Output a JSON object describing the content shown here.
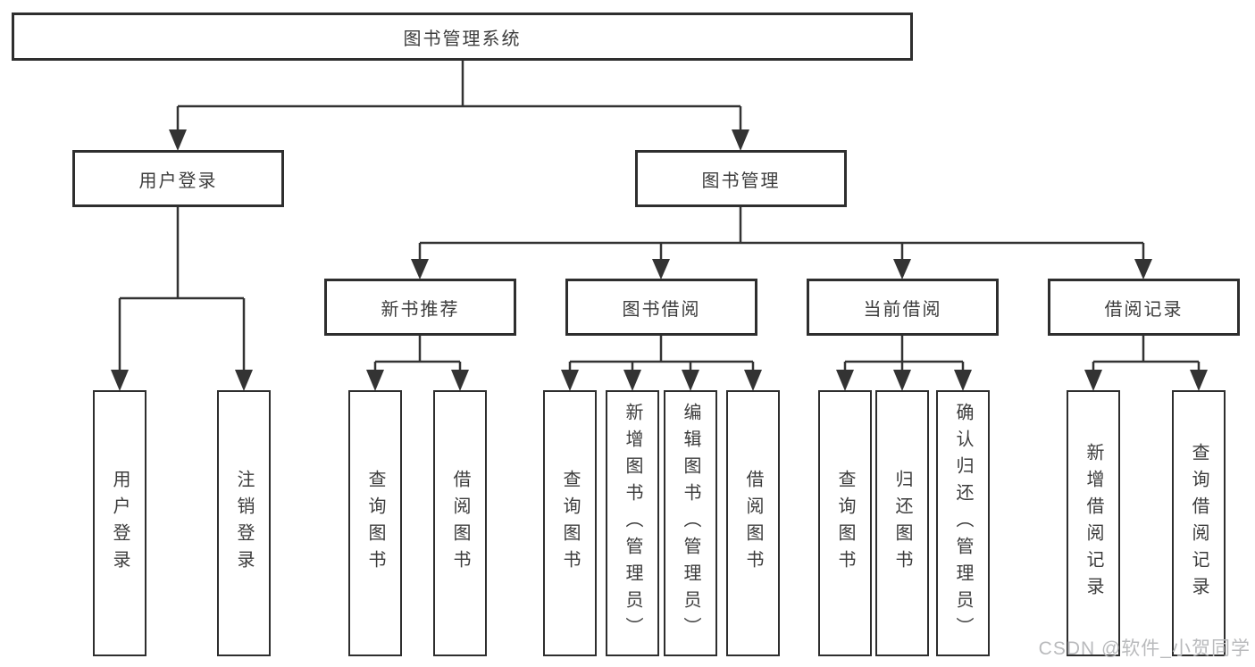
{
  "diagram_type": "hierarchy-chart",
  "colors": {
    "line": "#333333",
    "box_border": "#2e2e2e",
    "text": "#3c3c3c",
    "background": "#ffffff",
    "watermark": "#b9babc"
  },
  "tree": {
    "root": {
      "label": "图书管理系统"
    },
    "children": [
      {
        "label": "用户登录",
        "children": [
          {
            "label": "用户登录"
          },
          {
            "label": "注销登录"
          }
        ]
      },
      {
        "label": "图书管理",
        "children": [
          {
            "label": "新书推荐",
            "children": [
              {
                "label": "查询图书"
              },
              {
                "label": "借阅图书"
              }
            ]
          },
          {
            "label": "图书借阅",
            "children": [
              {
                "label": "查询图书"
              },
              {
                "label": "新增图书（管理员）"
              },
              {
                "label": "编辑图书（管理员）"
              },
              {
                "label": "借阅图书"
              }
            ]
          },
          {
            "label": "当前借阅",
            "children": [
              {
                "label": "查询图书"
              },
              {
                "label": "归还图书"
              },
              {
                "label": "确认归还（管理员）"
              }
            ]
          },
          {
            "label": "借阅记录",
            "children": [
              {
                "label": "新增借阅记录"
              },
              {
                "label": "查询借阅记录"
              }
            ]
          }
        ]
      }
    ]
  },
  "watermark": {
    "text": "CSDN @软件_小贺同学"
  }
}
